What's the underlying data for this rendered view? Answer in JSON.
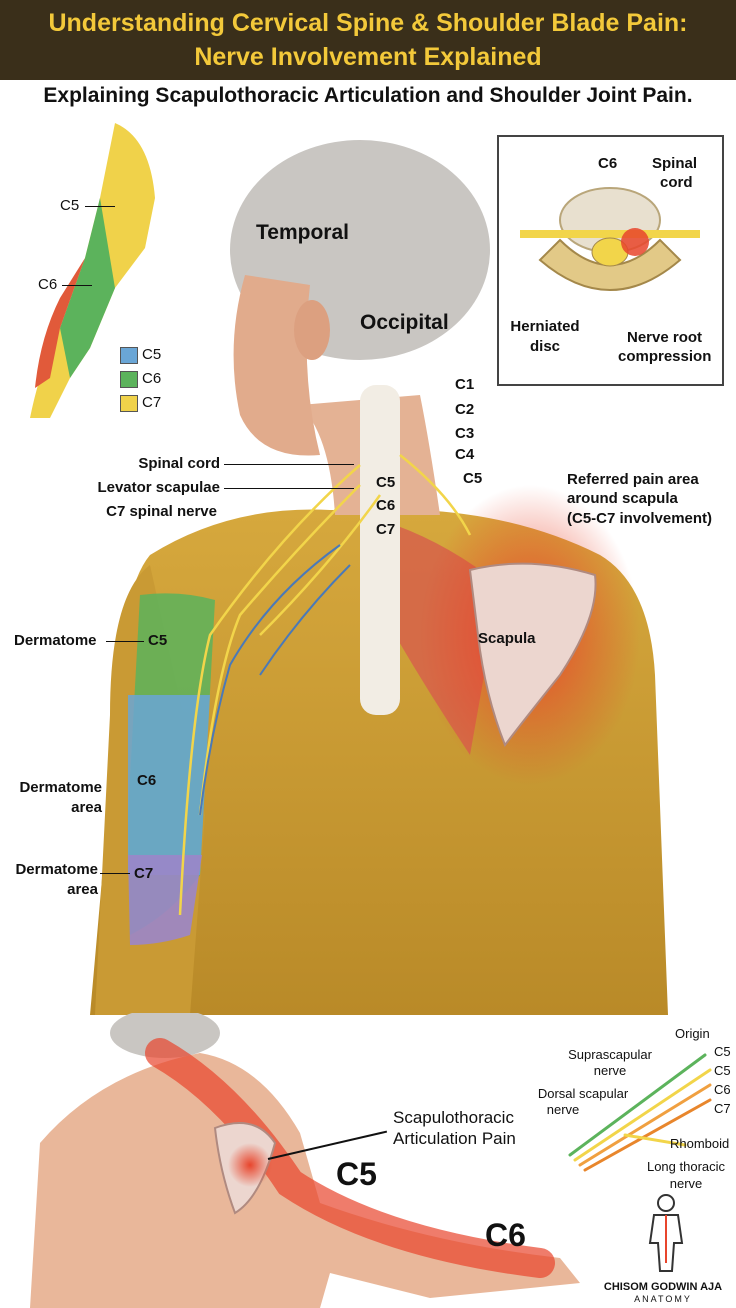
{
  "colors": {
    "header_bg": "#3a2f1a",
    "header_text": "#f3c93a",
    "shirt": "#c99a34",
    "pain": "#e8452c",
    "nerve": "#f2d54a",
    "c5": "#6aa6d6",
    "c6": "#5cb35c",
    "c7": "#f0d24a"
  },
  "header": {
    "title_line1": "Understanding Cervical Spine & Shoulder Blade Pain:",
    "title_line2": "Nerve Involvement Explained",
    "subtitle": "Explaining Scapulothoracic Articulation and Shoulder Joint Pain."
  },
  "arm_inset": {
    "c5_pointer": "C5",
    "c6_pointer": "C6",
    "legend": [
      {
        "label": "C5",
        "color": "#6aa6d6"
      },
      {
        "label": "C6",
        "color": "#5cb35c"
      },
      {
        "label": "C7",
        "color": "#f0d24a"
      }
    ]
  },
  "disc_inset": {
    "c6": "C6",
    "spinal_cord": [
      "Spinal",
      "cord"
    ],
    "herniated_disc": [
      "Herniated",
      "disc"
    ],
    "nerve_root": [
      "Nerve root",
      "compression"
    ]
  },
  "main": {
    "temporal": "Temporal",
    "occipital": "Occipital",
    "vertebrae_right": [
      "C1",
      "C2",
      "C3",
      "C4",
      "C5"
    ],
    "vertebrae_center": [
      "C5",
      "C6",
      "C7"
    ],
    "spinal_cord": "Spinal cord",
    "levator": "Levator scapulae",
    "c7_nerve": "C7 spinal nerve",
    "referred": [
      "Referred pain area",
      "around scapula",
      "(C5-C7 involvement)"
    ],
    "scapula": "Scapula",
    "dermatome_c5": "Dermatome",
    "c5": "C5",
    "dermatome_c6": [
      "Dermatome",
      "area"
    ],
    "c6": "C6",
    "dermatome_c7": [
      "Dermatome",
      "area"
    ],
    "c7": "C7"
  },
  "bottom": {
    "articulation": [
      "Scapulothoracic",
      "Articulation Pain"
    ],
    "c5": "C5",
    "c6": "C6",
    "nerve_inset": {
      "origin": "Origin",
      "suprascapular": [
        "Suprascapular",
        "nerve"
      ],
      "dorsal": [
        "Dorsal scapular",
        "nerve"
      ],
      "roots": [
        "C5",
        "C5",
        "C6",
        "C7"
      ],
      "rhomboid": "Rhomboid",
      "long_thoracic": [
        "Long thoracic",
        "nerve"
      ]
    },
    "brand": [
      "CHISOM GODWIN AJA",
      "ANATOMY"
    ]
  }
}
